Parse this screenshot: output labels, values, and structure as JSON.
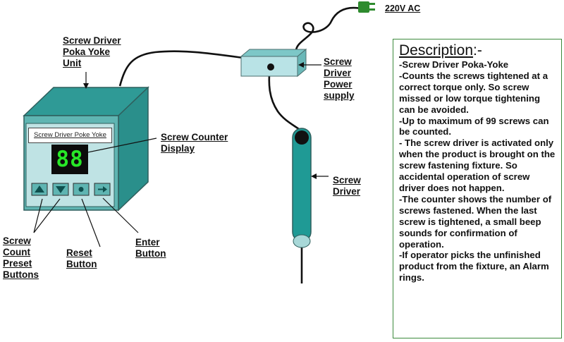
{
  "power": {
    "label": "220V AC"
  },
  "labels": {
    "unit": [
      "Screw Driver",
      "Poka Yoke",
      "Unit"
    ],
    "power_supply": [
      "Screw",
      "Driver",
      "Power",
      "supply"
    ],
    "counter_display": [
      "Screw Counter",
      "Display"
    ],
    "screw_driver": [
      "Screw",
      "Driver"
    ],
    "preset_buttons": [
      "Screw",
      "Count",
      "Preset",
      "Buttons"
    ],
    "reset_button": [
      "Reset",
      "Button"
    ],
    "enter_button": [
      "Enter",
      "Button"
    ]
  },
  "unit_panel": {
    "title": "Screw Driver Poke Yoke",
    "display_value": "88"
  },
  "description": {
    "title": "Description",
    "title_suffix": ":-",
    "items": [
      "-Screw Driver Poka-Yoke",
      "-Counts the screws tightened at a correct torque only. So screw missed or low torque tightening can be avoided.",
      "-Up to maximum  of 99 screws can be counted.",
      "- The screw driver is activated only when the product is brought on the screw fastening fixture. So accidental operation of screw driver does not happen.",
      "-The counter shows the number of screws fastened. When the last screw is tightened, a small beep sounds for confirmation of operation.",
      "-If operator picks the unfinished product from the fixture, an Alarm rings."
    ]
  },
  "colors": {
    "box_front": "#5fb5b2",
    "box_top": "#2f9a96",
    "box_side": "#2a8f8b",
    "panel": "#bfe3e4",
    "driver": "#1f9a95",
    "plug": "#2e8b2e",
    "display_digits": "#27e827"
  }
}
